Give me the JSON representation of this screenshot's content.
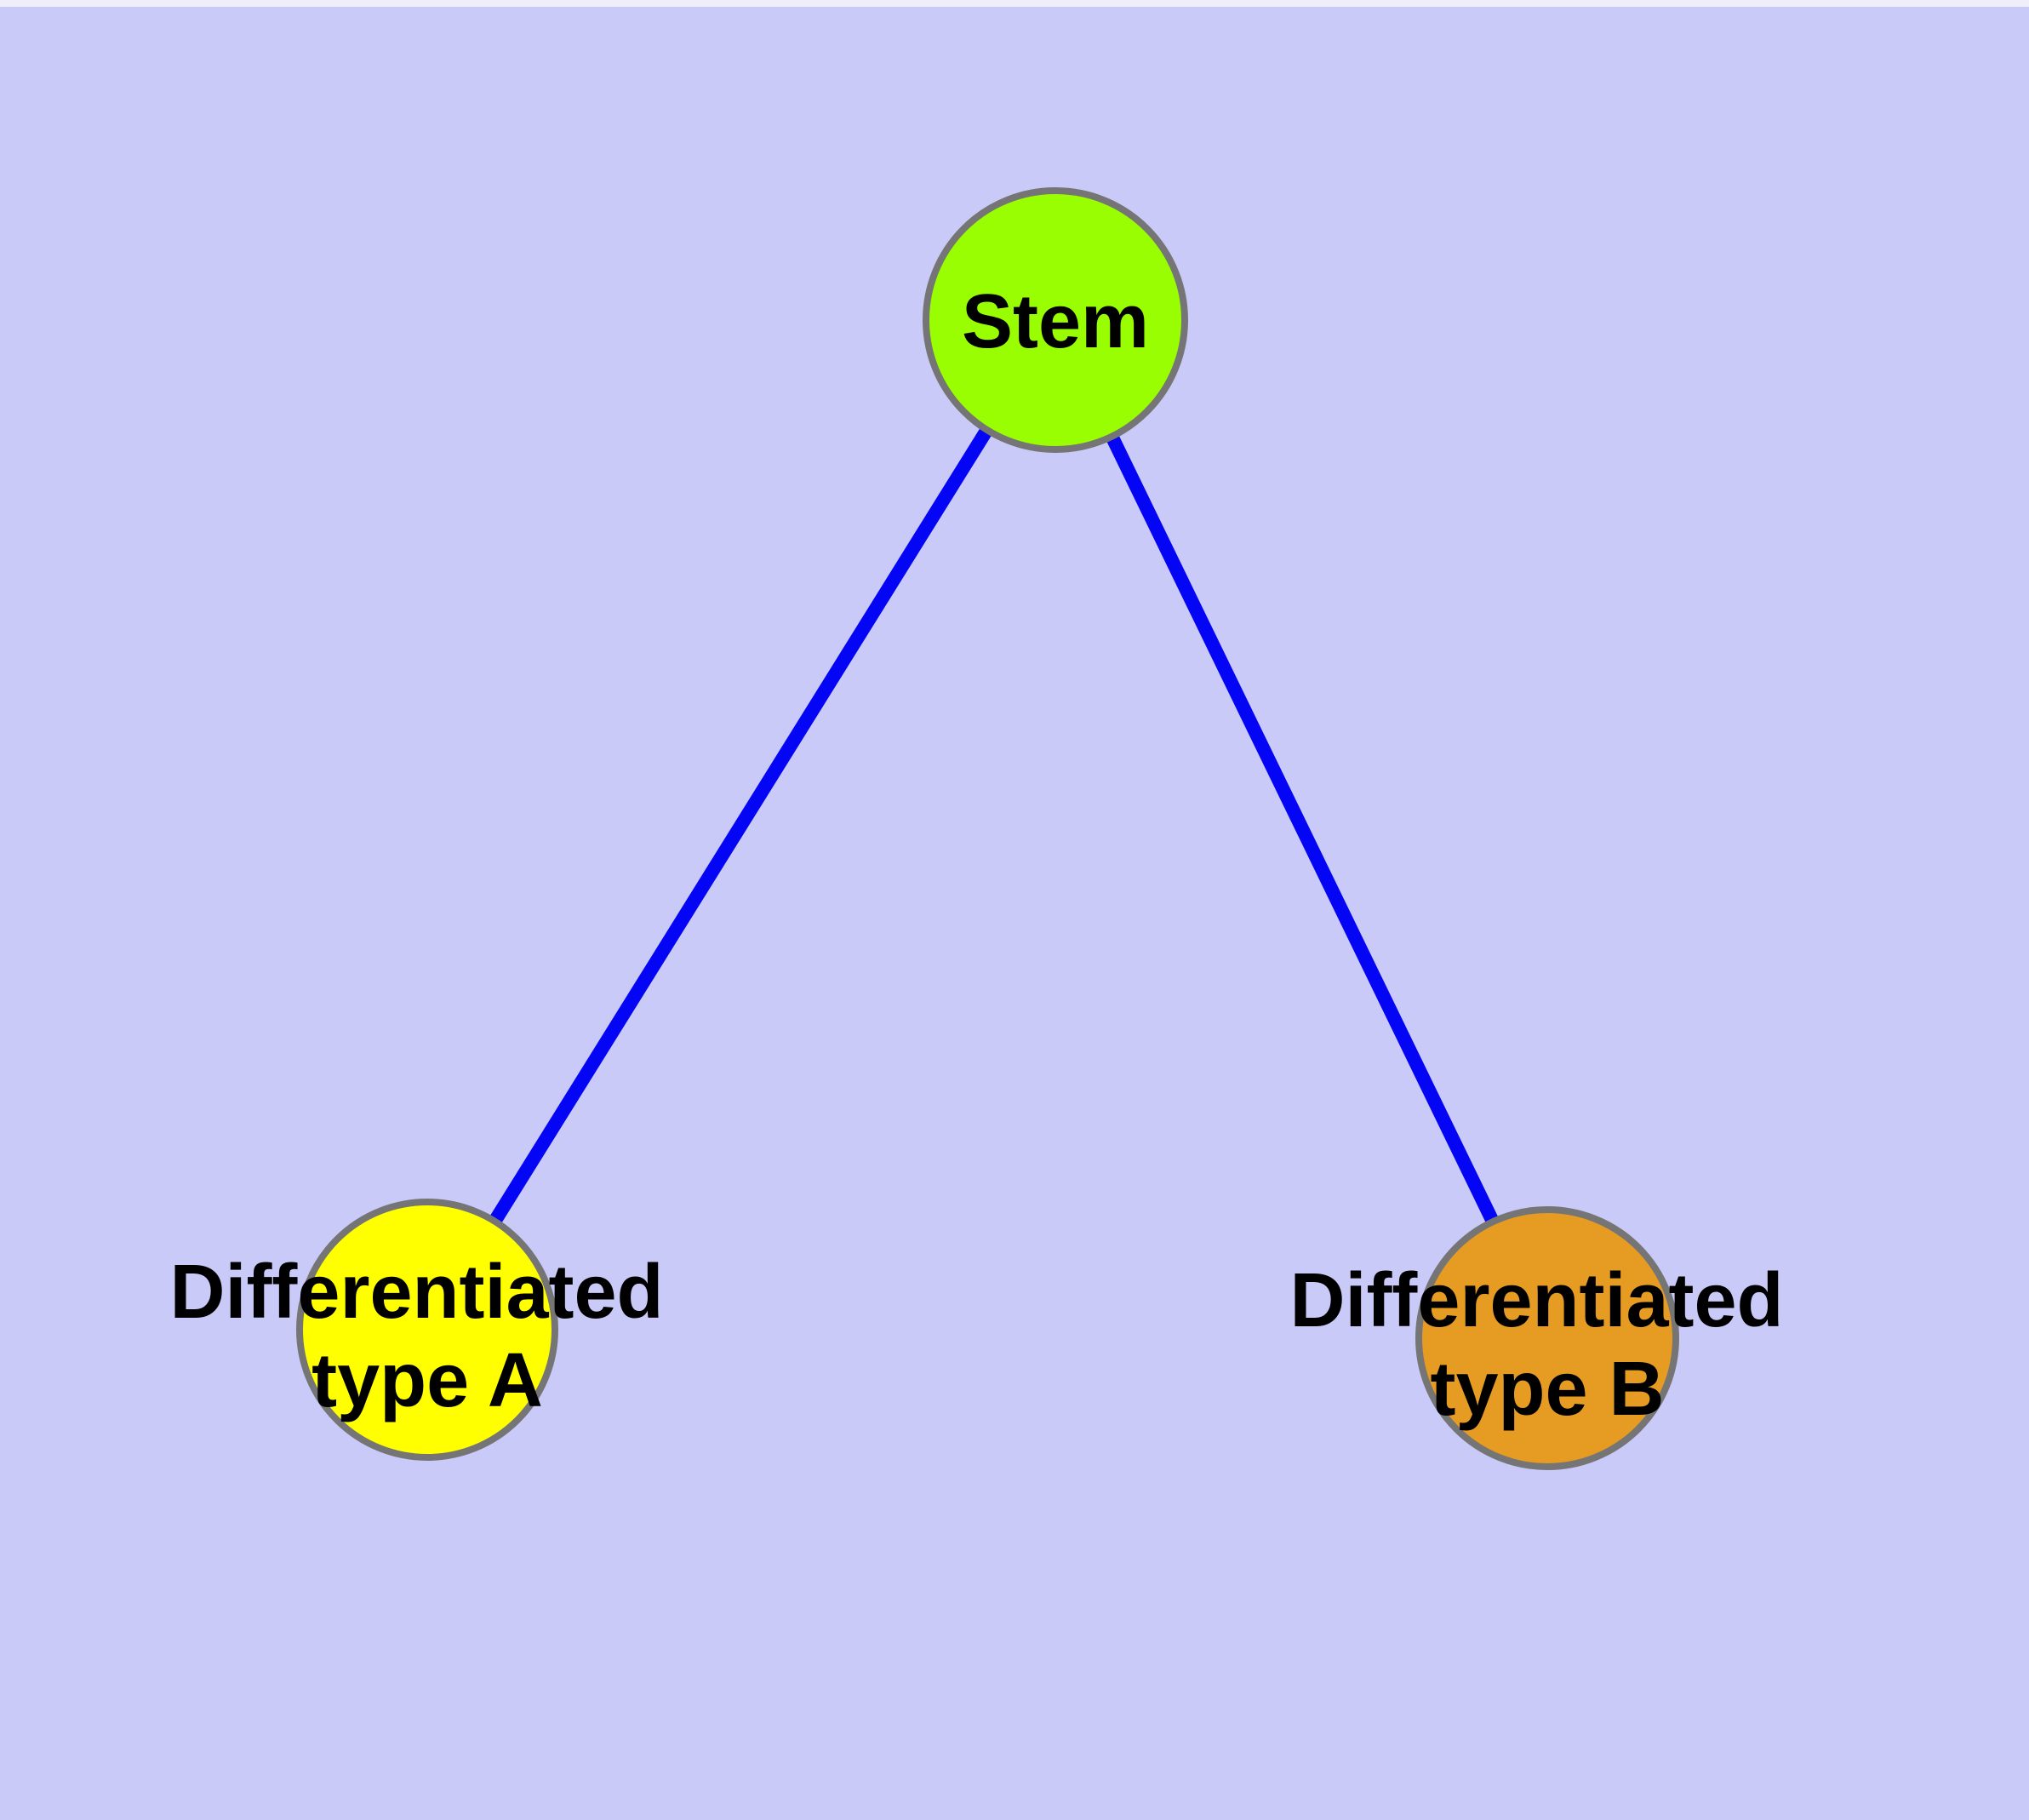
{
  "diagram": {
    "background_color": "#CACAF8",
    "edge_color": "#0505F5",
    "node_border_color": "#757575",
    "text_color": "#000000",
    "nodes": [
      {
        "id": "stem",
        "label": "Stem",
        "fill": "#99FE01"
      },
      {
        "id": "differentiated-type-a",
        "label_line1": "Differentiated",
        "label_line2": "type A",
        "fill": "#FFFF00"
      },
      {
        "id": "differentiated-type-b",
        "label_line1": "Differentiated",
        "label_line2": "type B",
        "fill": "#E69B23"
      }
    ],
    "edges": [
      {
        "from": "Stem",
        "to": "Differentiated type A"
      },
      {
        "from": "Stem",
        "to": "Differentiated type B"
      }
    ]
  }
}
